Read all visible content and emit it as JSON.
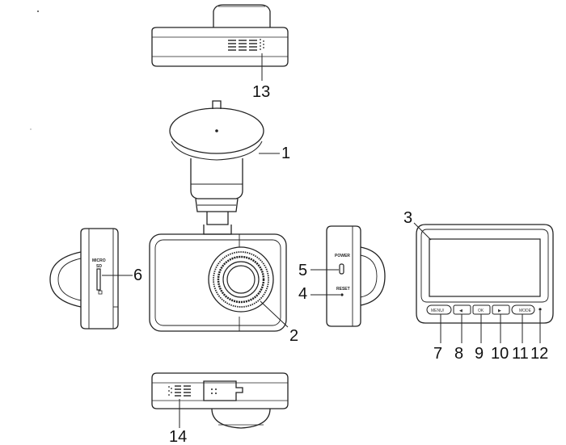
{
  "callouts": {
    "c1": "1",
    "c2": "2",
    "c3": "3",
    "c4": "4",
    "c5": "5",
    "c6": "6",
    "c7": "7",
    "c8": "8",
    "c9": "9",
    "c10": "10",
    "c11": "11",
    "c12": "12",
    "c13": "13",
    "c14": "14"
  },
  "port_labels": {
    "micro": "MICRO",
    "sd": "SD",
    "power": "POWER",
    "reset": "RESET"
  },
  "buttons": {
    "menu": "MENU/",
    "left": "◀",
    "ok": "OK",
    "right": "▶",
    "mode": "MODE"
  }
}
